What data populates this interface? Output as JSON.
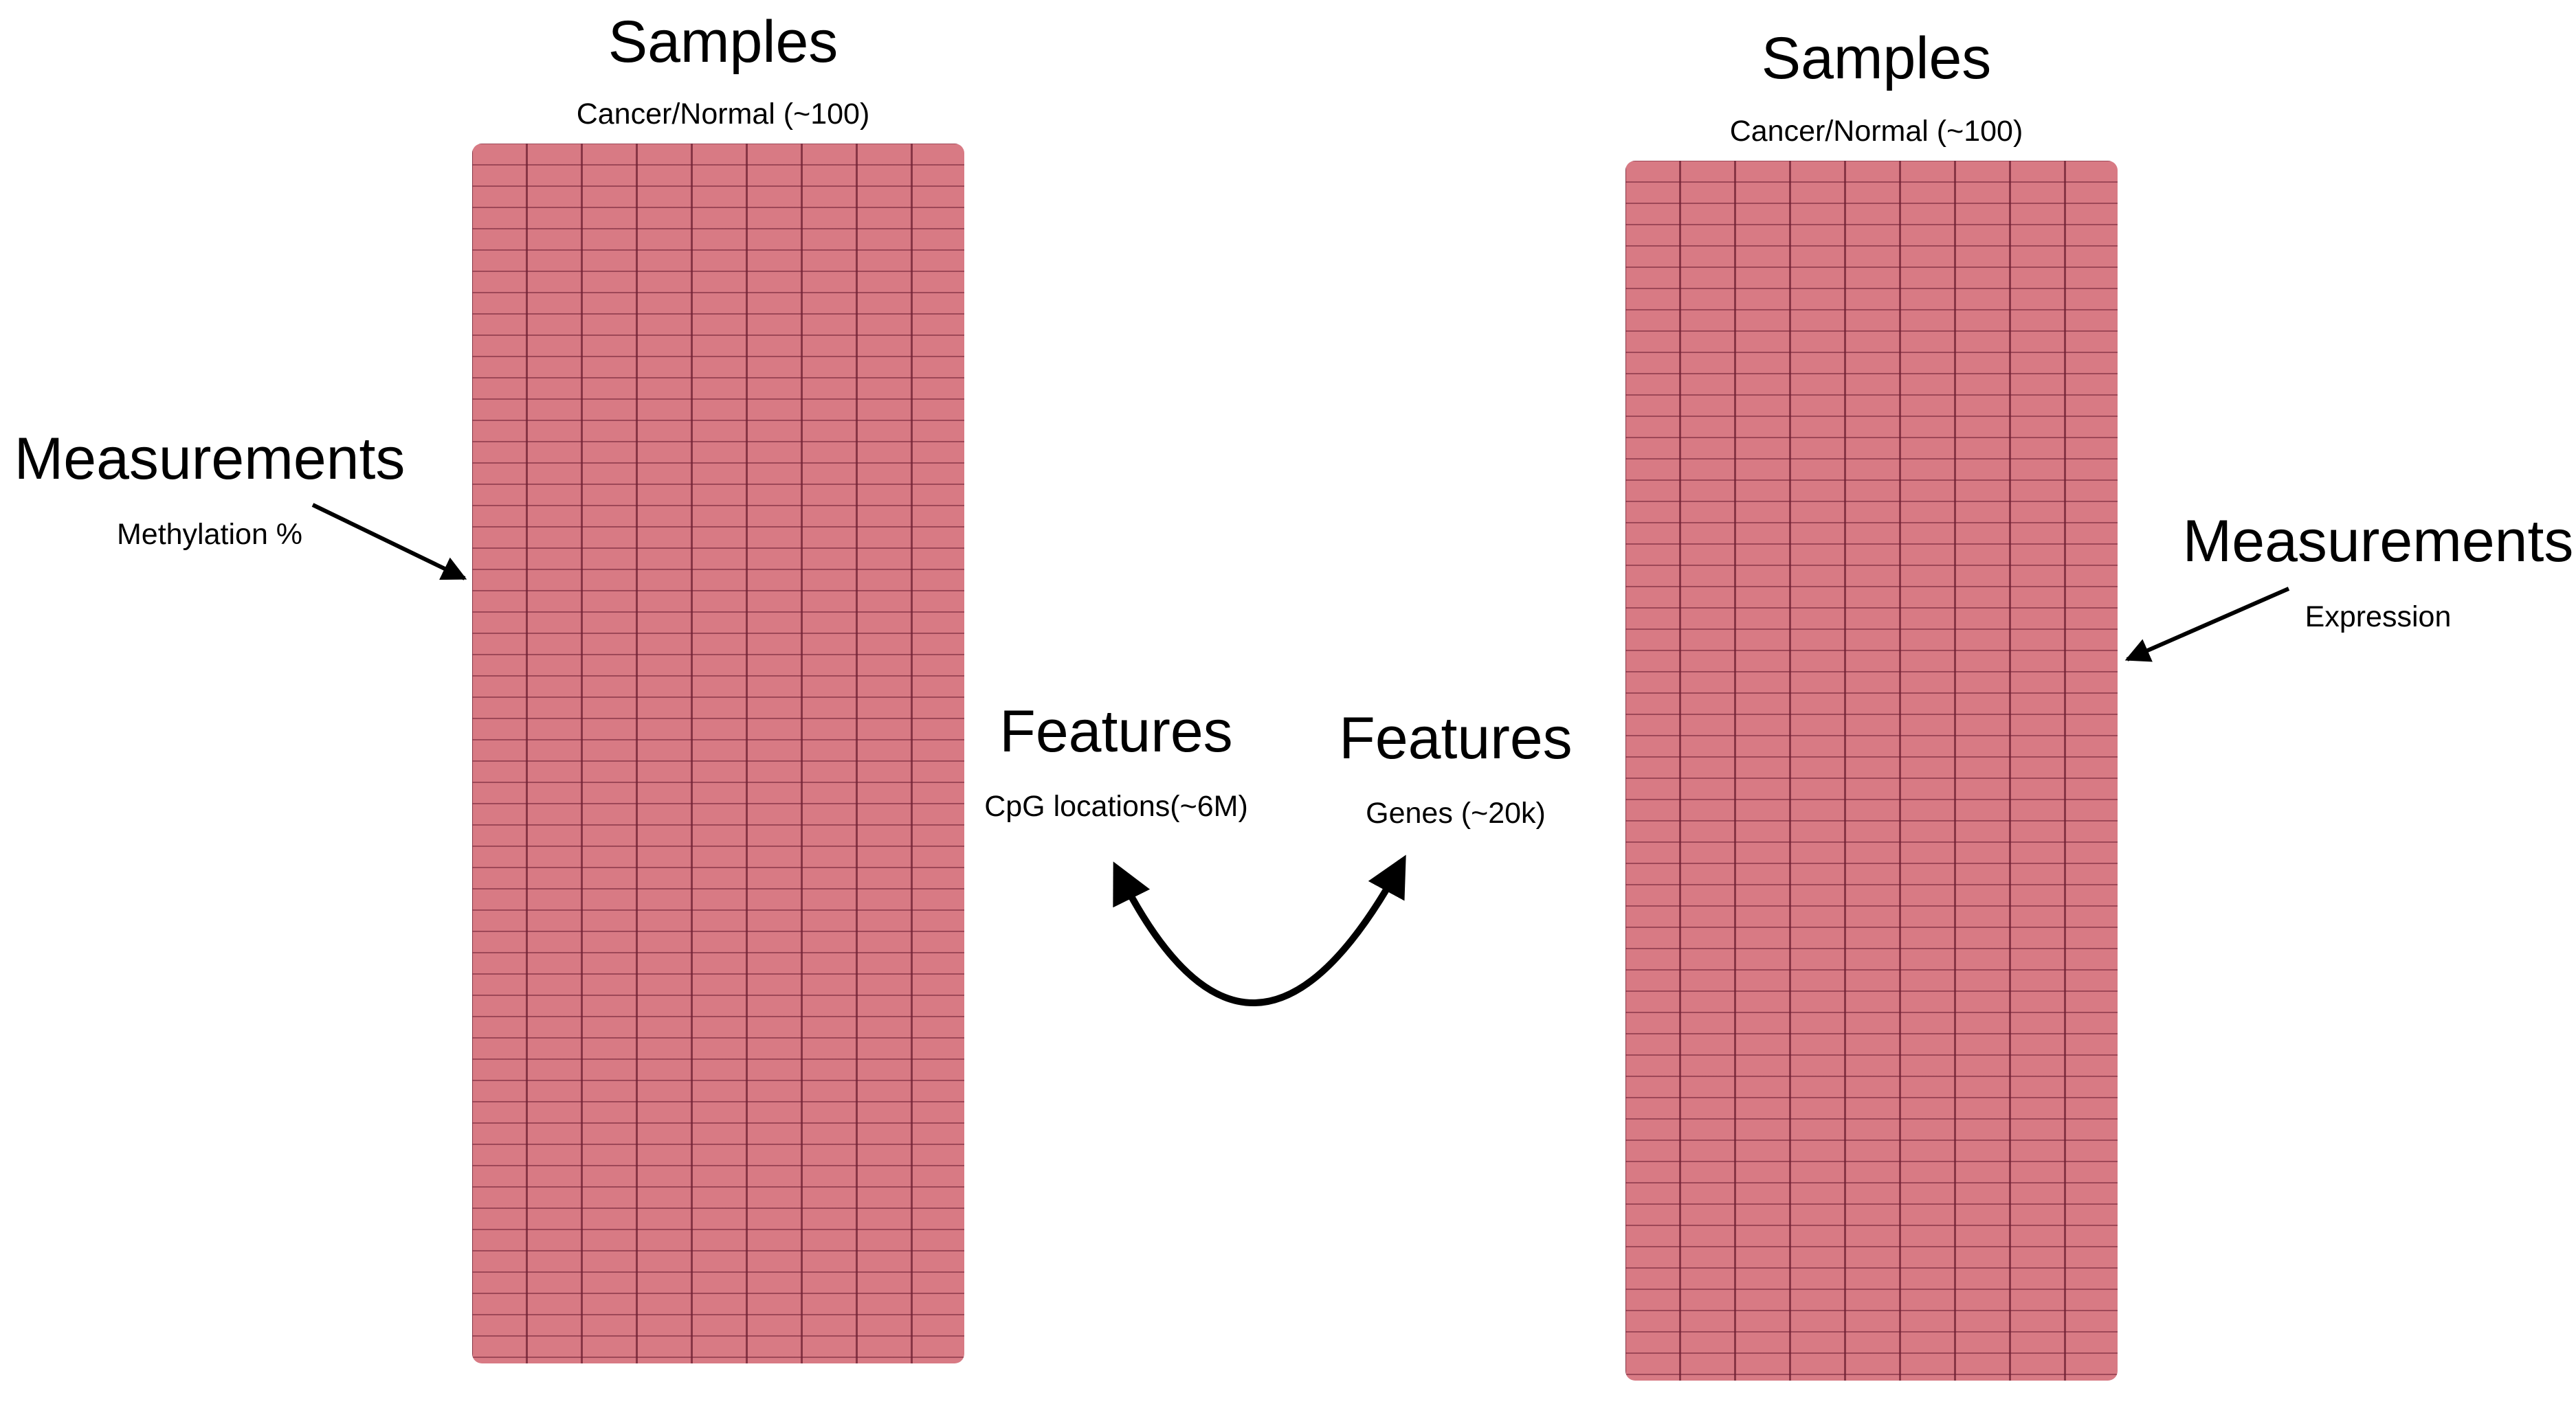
{
  "left_panel": {
    "samples_title": "Samples",
    "samples_subtitle": "Cancer/Normal (~100)",
    "measurements_title": "Measurements",
    "measurements_subtitle": "Methylation %",
    "features_title": "Features",
    "features_subtitle": "CpG locations(~6M)"
  },
  "right_panel": {
    "samples_title": "Samples",
    "samples_subtitle": "Cancer/Normal (~100)",
    "measurements_title": "Measurements",
    "measurements_subtitle": "Expression",
    "features_title": "Features",
    "features_subtitle": "Genes (~20k)"
  },
  "colors": {
    "matrix_fill": "#d87a84",
    "grid_line": "#7a2a3c",
    "arrow": "#000000"
  },
  "icons": [
    "arrow-icon",
    "double-headed-curved-arrow-icon"
  ]
}
